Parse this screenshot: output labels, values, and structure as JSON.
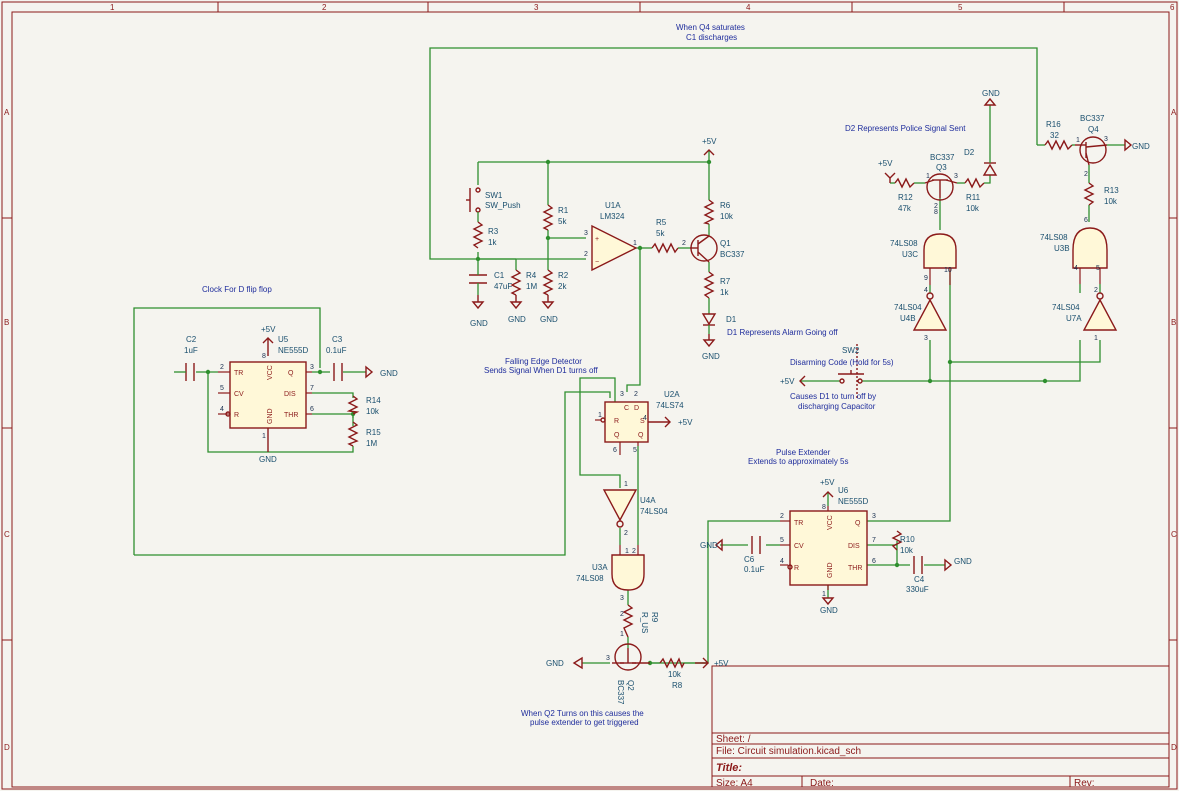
{
  "frame": {
    "columns": [
      "1",
      "2",
      "3",
      "4",
      "5",
      "6"
    ],
    "rows": [
      "A",
      "B",
      "C",
      "D"
    ]
  },
  "title_block": {
    "sheet": "Sheet: /",
    "file": "File: Circuit simulation.kicad_sch",
    "title": "Title:",
    "size": "Size: A4",
    "date": "Date:",
    "rev": "Rev:"
  },
  "annotations": {
    "q4_note1": "When Q4 saturates",
    "q4_note2": "C1 discharges",
    "d2_note": "D2 Represents Police Signal Sent",
    "d1_note": "D1 Represents Alarm Going off",
    "clock_note": "Clock For D flip flop",
    "edge_note1": "Falling Edge Detector",
    "edge_note2": "Sends Signal When D1 turns off",
    "sw2_note1": "Disarming Code (Hold for 5s)",
    "sw2_note2": "Causes D1 to turn off by",
    "sw2_note3": "discharging Capacitor",
    "pulse_note1": "Pulse Extender",
    "pulse_note2": "Extends to approximately 5s",
    "q2_note1": "When Q2 Turns on this causes the",
    "q2_note2": "pulse extender to get triggered"
  },
  "power": {
    "plus5": "+5V",
    "gnd": "GND"
  },
  "components": {
    "sw1": {
      "ref": "SW1",
      "value": "SW_Push"
    },
    "sw2": {
      "ref": "SW2",
      "value": ""
    },
    "r1": {
      "ref": "R1",
      "value": "5k"
    },
    "r2": {
      "ref": "R2",
      "value": "2k"
    },
    "r3": {
      "ref": "R3",
      "value": "1k"
    },
    "r4": {
      "ref": "R4",
      "value": "1M"
    },
    "r5": {
      "ref": "R5",
      "value": "5k"
    },
    "r6": {
      "ref": "R6",
      "value": "10k"
    },
    "r7": {
      "ref": "R7",
      "value": "1k"
    },
    "r8": {
      "ref": "R8",
      "value": "10k"
    },
    "r9": {
      "ref": "R9",
      "value": "R_US"
    },
    "r10": {
      "ref": "R10",
      "value": "10k"
    },
    "r11": {
      "ref": "R11",
      "value": "10k"
    },
    "r12": {
      "ref": "R12",
      "value": "47k"
    },
    "r13": {
      "ref": "R13",
      "value": "10k"
    },
    "r14": {
      "ref": "R14",
      "value": "10k"
    },
    "r15": {
      "ref": "R15",
      "value": "1M"
    },
    "r16": {
      "ref": "R16",
      "value": "32"
    },
    "c1": {
      "ref": "C1",
      "value": "47uF"
    },
    "c2": {
      "ref": "C2",
      "value": "1uF"
    },
    "c3": {
      "ref": "C3",
      "value": "0.1uF"
    },
    "c4": {
      "ref": "C4",
      "value": "330uF"
    },
    "c6": {
      "ref": "C6",
      "value": "0.1uF"
    },
    "u1a": {
      "ref": "U1A",
      "value": "LM324"
    },
    "u2a": {
      "ref": "U2A",
      "value": "74LS74"
    },
    "u3a": {
      "ref": "U3A",
      "value": "74LS08"
    },
    "u3b": {
      "ref": "U3B",
      "value": "74LS08"
    },
    "u3c": {
      "ref": "U3C",
      "value": "74LS08"
    },
    "u4a": {
      "ref": "U4A",
      "value": "74LS04"
    },
    "u4b": {
      "ref": "U4B",
      "value": "74LS04"
    },
    "u7a": {
      "ref": "U7A",
      "value": "74LS04"
    },
    "u5": {
      "ref": "U5",
      "value": "NE555D"
    },
    "u6": {
      "ref": "U6",
      "value": "NE555D"
    },
    "q1": {
      "ref": "Q1",
      "value": "BC337"
    },
    "q2": {
      "ref": "Q2",
      "value": "BC337"
    },
    "q3": {
      "ref": "Q3",
      "value": "BC337"
    },
    "q4": {
      "ref": "Q4",
      "value": "BC337"
    },
    "d1": {
      "ref": "D1",
      "value": ""
    },
    "d2": {
      "ref": "D2",
      "value": ""
    }
  },
  "ne555_pins": {
    "tr": "TR",
    "cv": "CV",
    "r": "R",
    "vcc": "VCC",
    "gnd": "GND",
    "q": "Q",
    "dis": "DIS",
    "thr": "THR"
  },
  "ff_pins": {
    "r": "R",
    "c": "C",
    "d": "D",
    "s": "S",
    "q": "Q",
    "qn": "Q"
  }
}
